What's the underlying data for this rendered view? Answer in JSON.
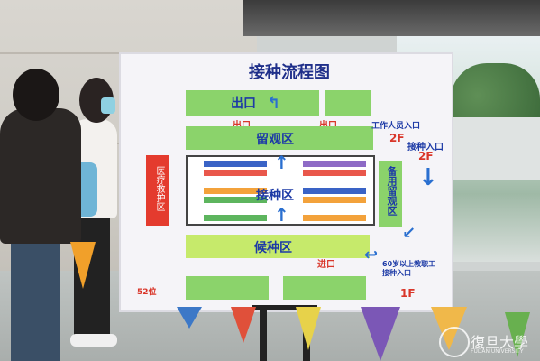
{
  "board": {
    "title": "接种流程图",
    "exit": "出口",
    "observe_area": "留观区",
    "vaccination_area": "接种区",
    "waiting_area": "候种区",
    "standby_area": "备用留观区",
    "left_red": "医疗救护区",
    "staff_entrance": "工作人员入口",
    "floor_2f_a": "2F",
    "floor_2f_b": "2F",
    "floor_1f": "1F",
    "vacc_entrance": "接种入口",
    "elderly_entrance": "60岁以上教职工\n接种入口",
    "exit_small_a": "出口",
    "exit_small_b": "出口",
    "entry_small": "进口",
    "seats": "52位"
  },
  "watermark": {
    "name": "復旦大學",
    "sub": "FUDAN UNIVERSITY"
  },
  "colors": {
    "board_bg": "#f5f4f8",
    "title": "#1f2f8a",
    "green": "#8bd36b",
    "red": "#e43b2e",
    "accent_blue": "#2a6fd0"
  },
  "icons": [
    "arrow-up-icon",
    "arrow-down-icon",
    "arrow-curve-icon"
  ]
}
